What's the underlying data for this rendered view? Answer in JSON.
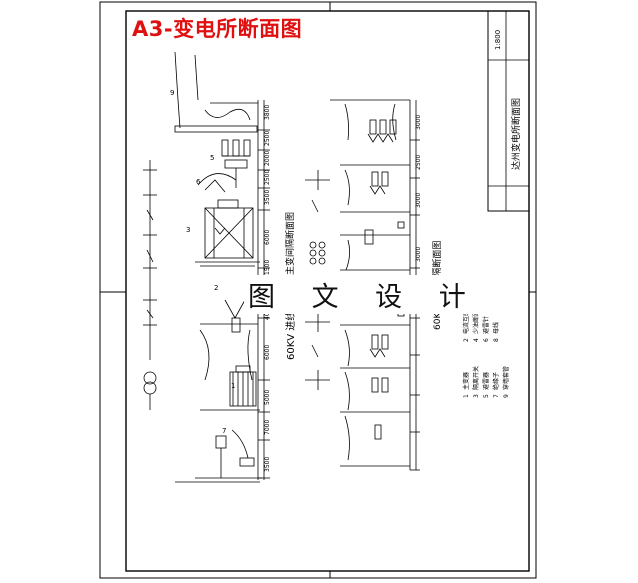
{
  "title": "A3-变电所断面图",
  "watermark": "图 文 设 计",
  "title_block": {
    "drawing_name": "达州变电所断面图",
    "scale": "1:800"
  },
  "section_labels": {
    "main_transformer": "主变间隔断面图",
    "line_60kv": "60KV 进线",
    "bay_60kv": "60KV 分段间隔断面图"
  },
  "dimensions_left": [
    "3800",
    "2500",
    "2000",
    "2500",
    "3500",
    "6000",
    "1500",
    "4000",
    "6000",
    "5000",
    "7000",
    "3500"
  ],
  "dimensions_right": [
    "3000",
    "2500",
    "3000",
    "3000"
  ],
  "legend": [
    {
      "num": "1",
      "label": "主变器"
    },
    {
      "num": "2",
      "label": "电流互感器"
    },
    {
      "num": "3",
      "label": "隔离开关"
    },
    {
      "num": "4",
      "label": "少油断路器"
    },
    {
      "num": "5",
      "label": "避雷器"
    },
    {
      "num": "6",
      "label": "避雷针"
    },
    {
      "num": "7",
      "label": "绝缘子"
    },
    {
      "num": "8",
      "label": "母线"
    },
    {
      "num": "9",
      "label": "穿墙套管"
    }
  ],
  "callouts": [
    "5",
    "6",
    "3",
    "2",
    "7",
    "1",
    "9"
  ]
}
